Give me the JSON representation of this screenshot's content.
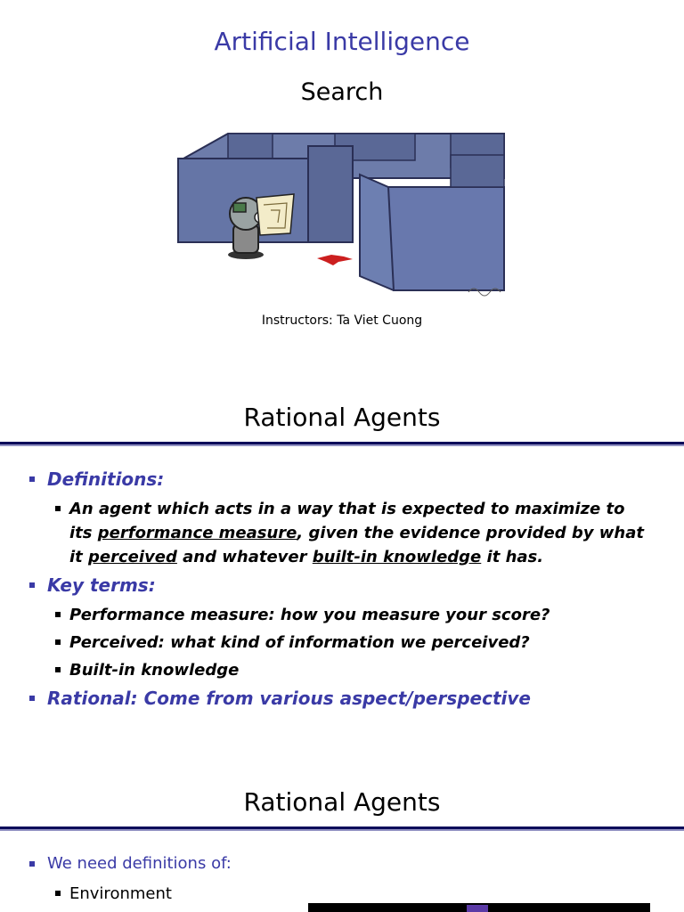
{
  "slide1": {
    "title": "Artificial Intelligence",
    "subtitle": "Search",
    "instructors": "Instructors: Ta Viet Cuong",
    "image": {
      "description": "robot-in-maze-illustration"
    }
  },
  "slide2": {
    "title": "Rational Agents",
    "definitions_label": "Definitions:",
    "definition_parts": {
      "p1": "An agent which acts in a way that is expected to maximize to its ",
      "u1": "performance measure",
      "p2": ", given the evidence provided by what it ",
      "u2": "perceived",
      "p3": " and whatever ",
      "u3": "built-in knowledge",
      "p4": " it has."
    },
    "key_terms_label": "Key terms:",
    "key_terms": [
      "Performance measure: how you measure your score?",
      "Perceived: what kind of information we perceived?",
      "Built-in knowledge"
    ],
    "rational_label": "Rational: Come from various aspect/perspective"
  },
  "slide3": {
    "title": "Rational Agents",
    "bullet": "We need definitions of:",
    "sub_items": [
      "Environment"
    ]
  },
  "colors": {
    "accent": "#3a3aa6",
    "rule": "#0c0c5a",
    "wall": "#5f6f9f"
  }
}
